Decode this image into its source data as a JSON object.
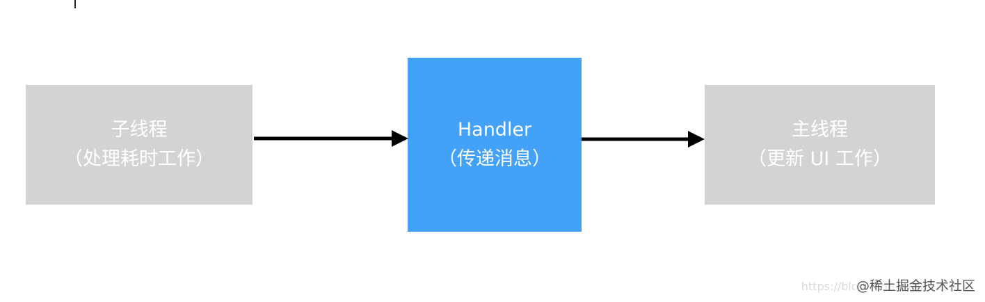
{
  "diagram": {
    "worker_thread": {
      "title": "子线程",
      "subtitle": "（处理耗时工作）"
    },
    "handler": {
      "title": "Handler",
      "subtitle": "（传递消息）"
    },
    "main_thread": {
      "title": "主线程",
      "subtitle": "（更新 UI 工作）"
    },
    "colors": {
      "thread_box": "#d3d3d3",
      "handler_box": "#43a1f8",
      "arrow": "#000000",
      "text": "#ffffff"
    }
  },
  "watermark": {
    "url": "https://blog.csdn.net/u012...",
    "brand": "@稀土掘金技术社区"
  }
}
